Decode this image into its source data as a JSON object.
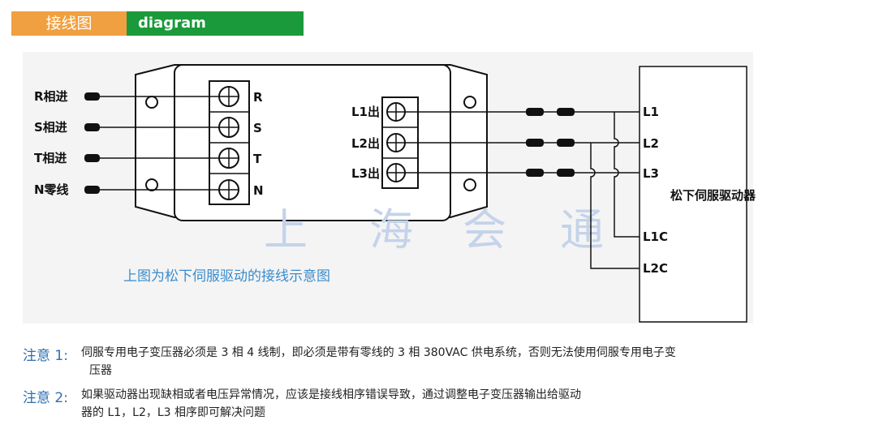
{
  "header": {
    "title": "接线图",
    "subtitle": "diagram"
  },
  "colors": {
    "header_orange": "#f0a040",
    "header_green": "#1a9a3a",
    "caption_blue": "#3a8ccc",
    "watermark": "#c4d3ea"
  },
  "inputs": [
    {
      "label": "R相进",
      "terminal": "R"
    },
    {
      "label": "S相进",
      "terminal": "S"
    },
    {
      "label": "T相进",
      "terminal": "T"
    },
    {
      "label": "N零线",
      "terminal": "N"
    }
  ],
  "outputs": [
    {
      "label": "L1出",
      "driver_terminal": "L1"
    },
    {
      "label": "L2出",
      "driver_terminal": "L2"
    },
    {
      "label": "L3出",
      "driver_terminal": "L3"
    }
  ],
  "control_terminals": [
    "L1C",
    "L2C"
  ],
  "driver_label": "松下伺服驱动器",
  "watermark": [
    "上",
    "海",
    "会",
    "通"
  ],
  "caption": "上图为松下伺服驱动的接线示意图",
  "notes": [
    {
      "label": "注意 1:",
      "line1": "伺服专用电子变压器必须是 3 相 4 线制，即必须是带有零线的 3 相 380VAC 供电系统，否则无法使用伺服专用电子变",
      "line2": "压器"
    },
    {
      "label": "注意 2:",
      "line1": "如果驱动器出现缺相或者电压异常情况，应该是接线相序错误导致，通过调整电子变压器输出给驱动",
      "line2": "器的 L1，L2，L3 相序即可解决问题"
    }
  ]
}
